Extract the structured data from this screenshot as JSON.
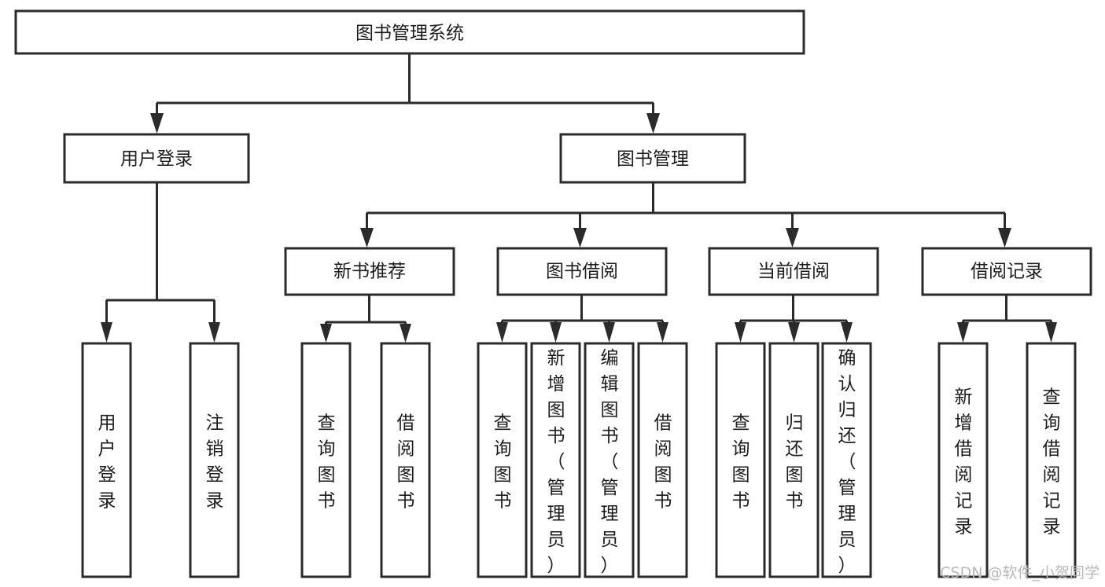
{
  "diagram": {
    "title": "图书管理系统",
    "type": "hierarchy-tree",
    "orientation": "top-down",
    "colors": {
      "box_stroke": "#2b2b2b",
      "box_fill": "#ffffff",
      "connector": "#2b2b2b",
      "text": "#1c1c1c",
      "background": "#ffffff",
      "watermark": "#b8b8b8"
    },
    "levels": [
      {
        "level": 1,
        "nodes": [
          {
            "id": "root",
            "label": "图书管理系统",
            "orientation": "horizontal"
          }
        ]
      },
      {
        "level": 2,
        "nodes": [
          {
            "id": "user-login",
            "label": "用户登录",
            "orientation": "horizontal",
            "parent": "root"
          },
          {
            "id": "book-mgmt",
            "label": "图书管理",
            "orientation": "horizontal",
            "parent": "root"
          }
        ]
      },
      {
        "level": 3,
        "nodes": [
          {
            "id": "new-book-rec",
            "label": "新书推荐",
            "orientation": "horizontal",
            "parent": "book-mgmt"
          },
          {
            "id": "book-borrow",
            "label": "图书借阅",
            "orientation": "horizontal",
            "parent": "book-mgmt"
          },
          {
            "id": "current-borrow",
            "label": "当前借阅",
            "orientation": "horizontal",
            "parent": "book-mgmt"
          },
          {
            "id": "borrow-record",
            "label": "借阅记录",
            "orientation": "horizontal",
            "parent": "book-mgmt"
          }
        ]
      },
      {
        "level": 4,
        "nodes": [
          {
            "id": "leaf-user-login",
            "label": "用户登录",
            "orientation": "vertical",
            "parent": "user-login"
          },
          {
            "id": "leaf-logout",
            "label": "注销登录",
            "orientation": "vertical",
            "parent": "user-login"
          },
          {
            "id": "leaf-query-book-1",
            "label": "查询图书",
            "orientation": "vertical",
            "parent": "new-book-rec"
          },
          {
            "id": "leaf-borrow-book-1",
            "label": "借阅图书",
            "orientation": "vertical",
            "parent": "new-book-rec"
          },
          {
            "id": "leaf-query-book-2",
            "label": "查询图书",
            "orientation": "vertical",
            "parent": "book-borrow"
          },
          {
            "id": "leaf-add-book",
            "label": "新增图书（管理员）",
            "orientation": "vertical",
            "parent": "book-borrow"
          },
          {
            "id": "leaf-edit-book",
            "label": "编辑图书（管理员）",
            "orientation": "vertical",
            "parent": "book-borrow"
          },
          {
            "id": "leaf-borrow-book-2",
            "label": "借阅图书",
            "orientation": "vertical",
            "parent": "book-borrow"
          },
          {
            "id": "leaf-query-book-3",
            "label": "查询图书",
            "orientation": "vertical",
            "parent": "current-borrow"
          },
          {
            "id": "leaf-return-book",
            "label": "归还图书",
            "orientation": "vertical",
            "parent": "current-borrow"
          },
          {
            "id": "leaf-confirm-return",
            "label": "确认归还（管理员）",
            "orientation": "vertical",
            "parent": "current-borrow"
          },
          {
            "id": "leaf-add-record",
            "label": "新增借阅记录",
            "orientation": "vertical",
            "parent": "borrow-record"
          },
          {
            "id": "leaf-query-record",
            "label": "查询借阅记录",
            "orientation": "vertical",
            "parent": "borrow-record"
          }
        ]
      }
    ],
    "node_labels": {
      "root": "图书管理系统",
      "user_login": "用户登录",
      "book_mgmt": "图书管理",
      "new_book_rec": "新书推荐",
      "book_borrow": "图书借阅",
      "current_borrow": "当前借阅",
      "borrow_record": "借阅记录",
      "leaf_user_login": "用户登录",
      "leaf_logout": "注销登录",
      "leaf_query_book_1": "查询图书",
      "leaf_borrow_book_1": "借阅图书",
      "leaf_query_book_2": "查询图书",
      "leaf_add_book": "新增图书（管理员）",
      "leaf_edit_book": "编辑图书（管理员）",
      "leaf_borrow_book_2": "借阅图书",
      "leaf_query_book_3": "查询图书",
      "leaf_return_book": "归还图书",
      "leaf_confirm_return": "确认归还（管理员）",
      "leaf_add_record": "新增借阅记录",
      "leaf_query_record": "查询借阅记录"
    }
  },
  "watermark": {
    "text": "CSDN @软件_小贺同学"
  }
}
